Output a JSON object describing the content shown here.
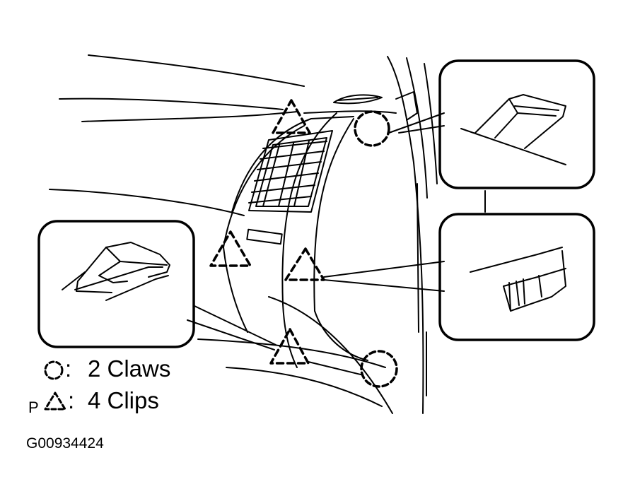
{
  "legend": {
    "claws_marker": ":",
    "claws_text": "2 Claws",
    "clips_prefix": "P",
    "clips_marker": ":",
    "clips_text": "4 Clips"
  },
  "figure_code": "G00934424",
  "colors": {
    "line": "#000000",
    "background": "#ffffff"
  },
  "icons": {
    "claw_symbol": "dashed-circle-icon",
    "clip_symbol": "dashed-triangle-icon"
  }
}
